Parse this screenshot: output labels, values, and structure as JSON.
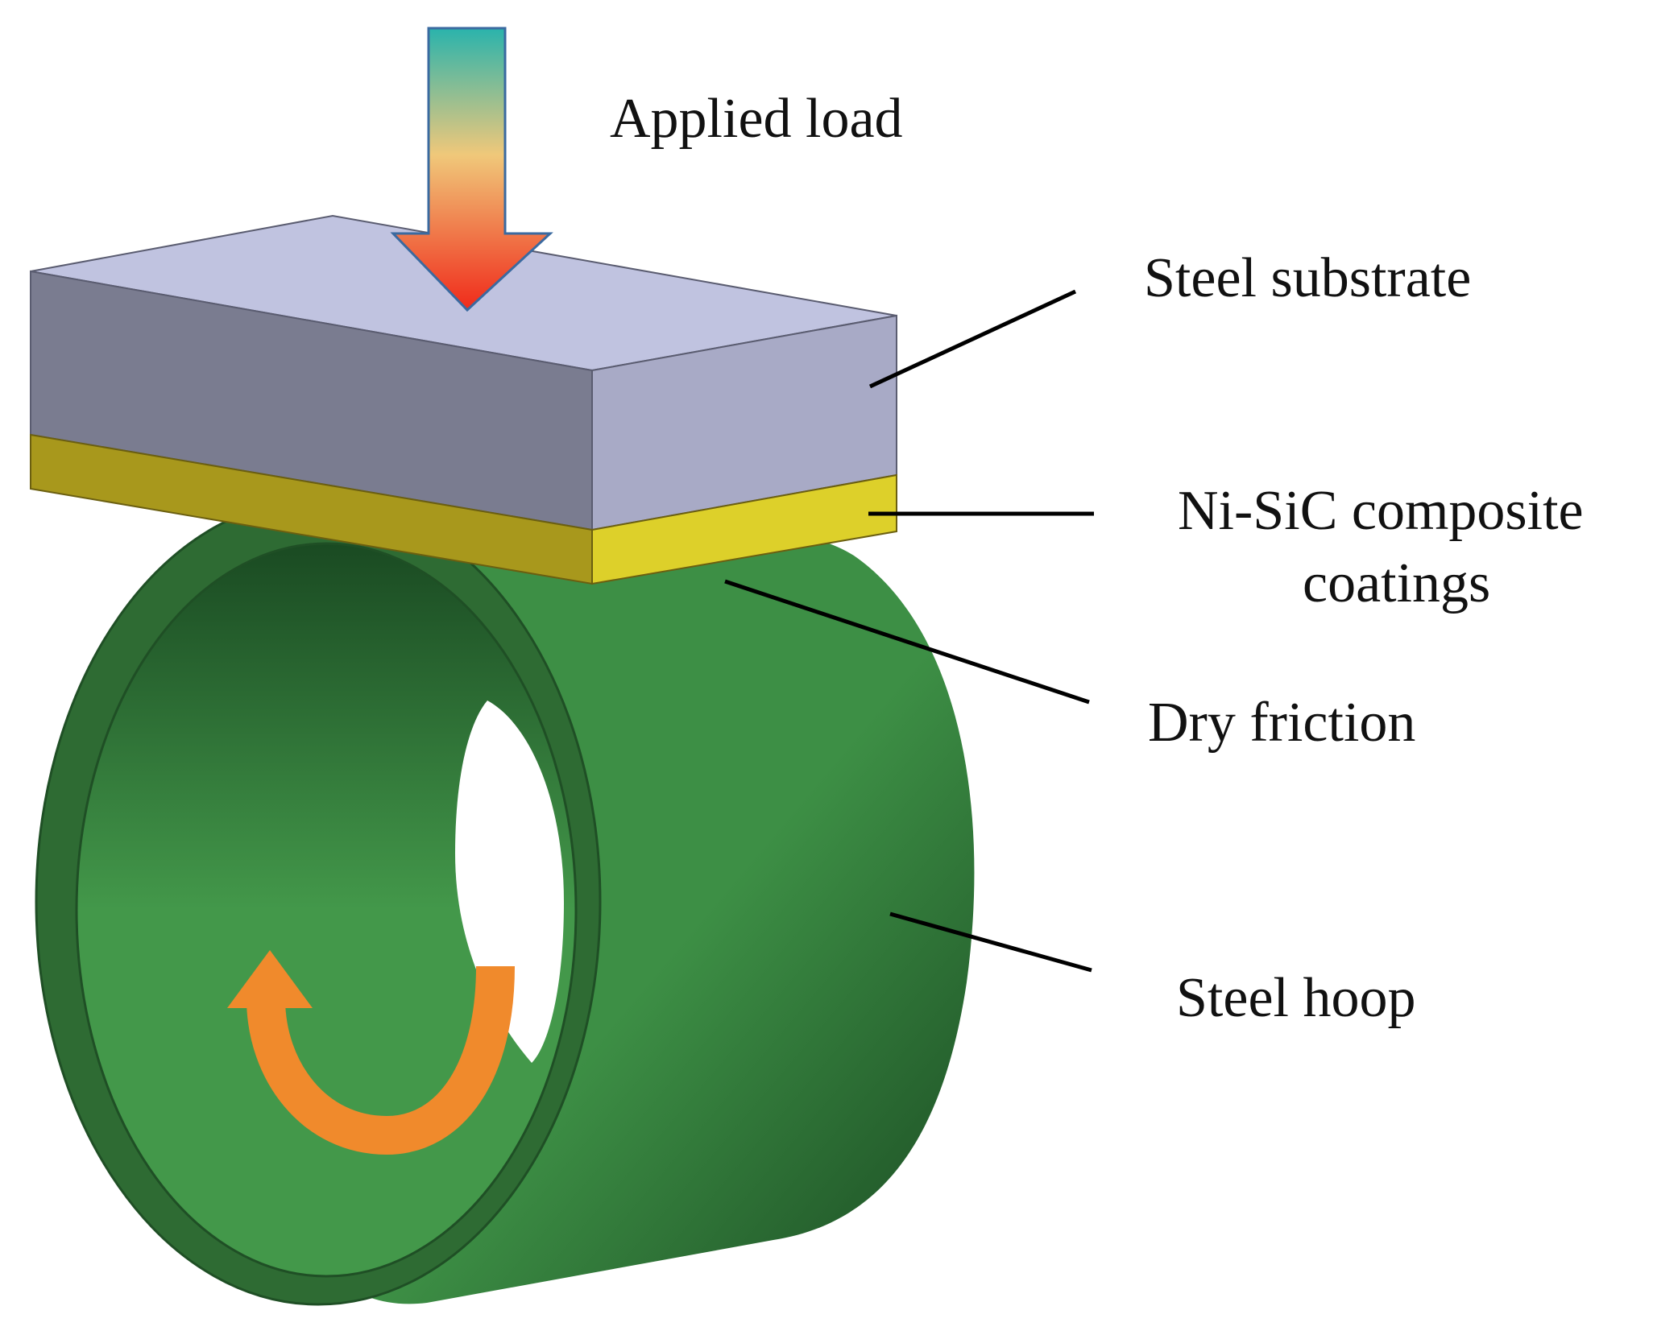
{
  "labels": {
    "applied_load": "Applied load",
    "steel_substrate": "Steel substrate",
    "coating_line1": "Ni-SiC composite",
    "coating_line2": "coatings",
    "dry_friction": "Dry friction",
    "steel_hoop": "Steel hoop"
  },
  "colors": {
    "substrate_top": "#c0c3e0",
    "substrate_front": "#7a7c90",
    "substrate_side": "#a8aac6",
    "coating_front": "#a8981c",
    "coating_side": "#ddd02a",
    "hoop_outer": "#3d8f45",
    "hoop_dark": "#1a4a22",
    "hoop_ring": "#2e6b33",
    "hoop_inner": "#43984a",
    "rotation_arrow": "#f08a2c",
    "load_arrow_top": "#2ab3ac",
    "load_arrow_mid": "#f0c87a",
    "load_arrow_bottom": "#f02a1a"
  },
  "icons": {
    "load_arrow": "down-arrow-icon",
    "rotation_arrow": "rotation-arrow-icon"
  }
}
